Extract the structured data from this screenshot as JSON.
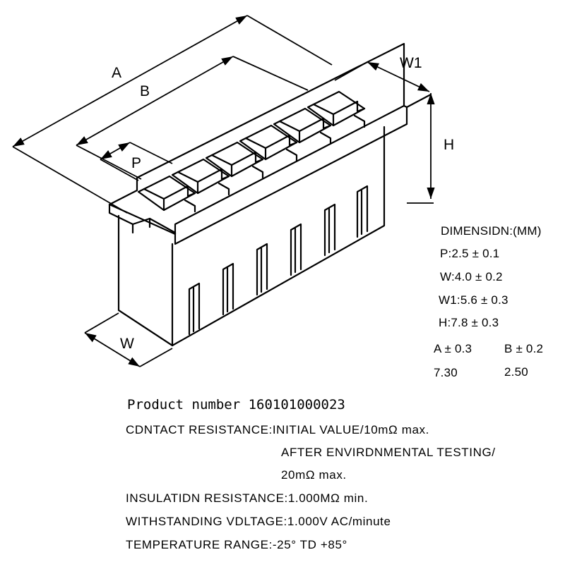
{
  "drawing": {
    "labels": {
      "A": "A",
      "B": "B",
      "P": "P",
      "W1": "W1",
      "H": "H",
      "W": "W"
    },
    "cavity_count": 6
  },
  "dimensions": {
    "heading": "DIMENSIDN:(MM)",
    "P": "P:2.5 ± 0.1",
    "W": "W:4.0 ± 0.2",
    "W1": "W1:5.6 ± 0.3",
    "H": "H:7.8 ± 0.3",
    "table": {
      "col_a_header": "A ± 0.3",
      "col_b_header": "B ± 0.2",
      "col_a_value": "7.30",
      "col_b_value": "2.50"
    }
  },
  "product_number": "Product number 160101000023",
  "specs": {
    "contact_line1": "CDNTACT RESISTANCE:INITIAL VALUE/10mΩ max.",
    "contact_line2": "AFTER ENVIRDNMENTAL TESTING/",
    "contact_line3": "20mΩ max.",
    "insulation": "INSULATIDN RESISTANCE:1.000MΩ min.",
    "withstanding": "WITHSTANDING VDLTAGE:1.000V AC/minute",
    "temperature": "TEMPERATURE RANGE:-25° TD +85°"
  }
}
